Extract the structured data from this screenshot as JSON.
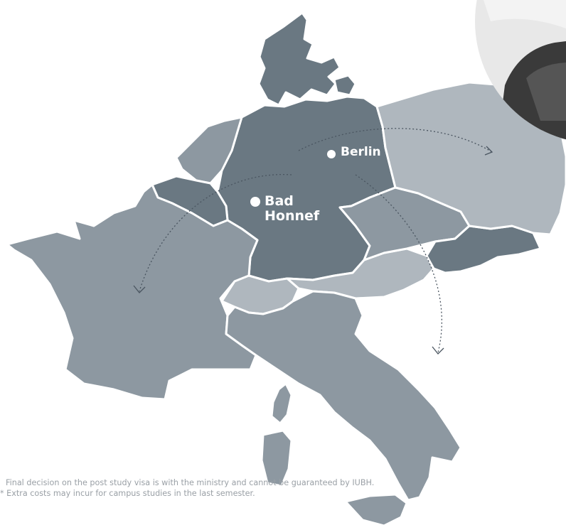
{
  "map": {
    "cities": [
      {
        "name": "Berlin",
        "lines": [
          "Berlin"
        ]
      },
      {
        "name": "Bad Honnef",
        "lines": [
          "Bad",
          "Honnef"
        ]
      }
    ],
    "colors": {
      "germany": "#6a7882",
      "neighbor_dark": "#8d98a1",
      "neighbor_light": "#afb7be",
      "country_border": "#ffffff",
      "arrow": "#4a5560",
      "city_marker": "#ffffff"
    }
  },
  "footnotes": {
    "line1": "Final decision on the post study visa is with the ministry and cannot be guaranteed by IUBH.",
    "line2": "* Extra costs may incur for campus studies in the last semester."
  }
}
